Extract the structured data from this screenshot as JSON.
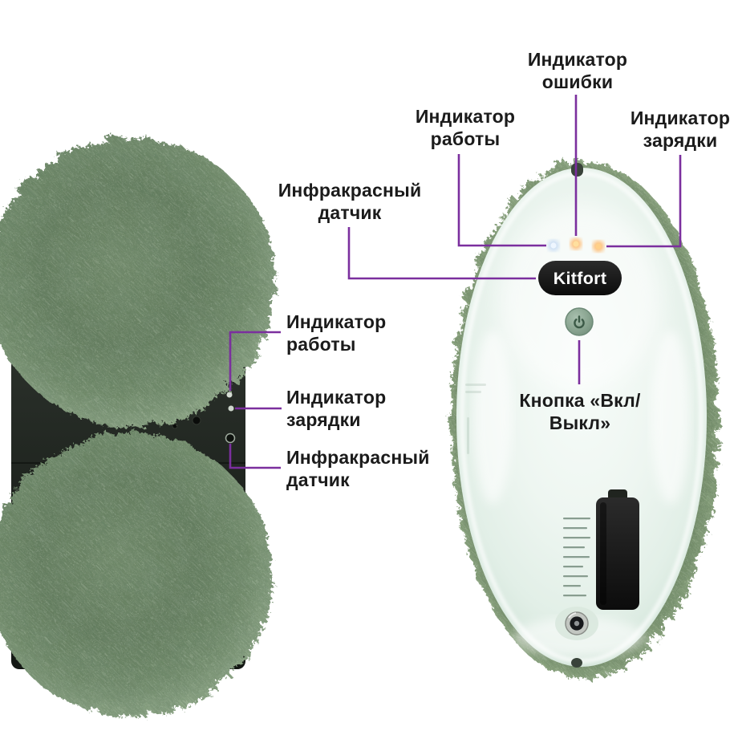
{
  "brand": {
    "logo_text": "Kitfort"
  },
  "annotations": {
    "right_view": {
      "error_indicator": "Индикатор ошибки",
      "work_indicator": "Индикатор работы",
      "charge_indicator": "Индикатор зарядки",
      "ir_sensor": "Инфракрасный датчик",
      "power_button": "Кнопка «Вкл/Выкл»"
    },
    "left_view": {
      "work_indicator": "Индикатор работы",
      "charge_indicator": "Индикатор зарядки",
      "ir_sensor": "Инфракрасный датчик"
    }
  },
  "colors": {
    "annotation_line": "#7b2f9e",
    "annotation_text": "#1b1b1b",
    "pad_green": "#67805f",
    "shell_mint": "#e9f4ed",
    "logo_plate": "#111111",
    "light_work": "#eef6ff",
    "light_error": "#ffdf9e",
    "light_charge": "#ffd089"
  }
}
